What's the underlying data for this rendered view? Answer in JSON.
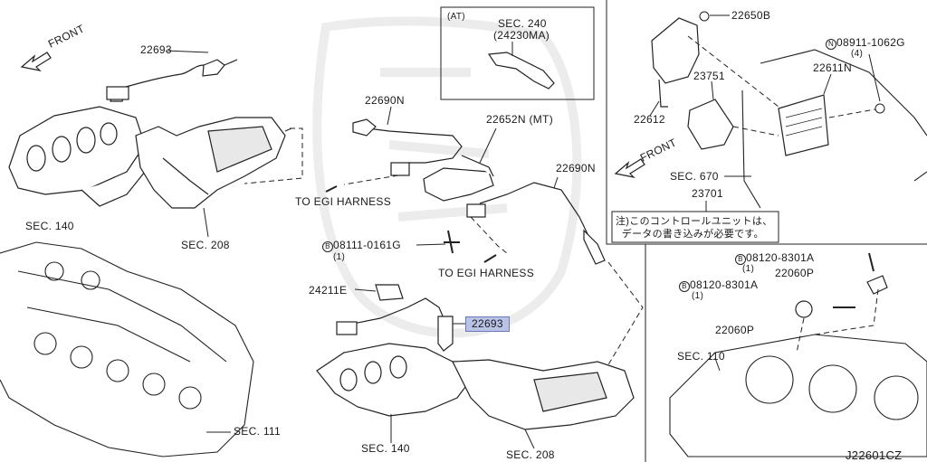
{
  "labels": {
    "front_top": "FRONT",
    "part_22693_top": "22693",
    "sec140_left": "SEC. 140",
    "sec208_top": "SEC. 208",
    "part_22690N_left": "22690N",
    "to_egi_1": "TO EGI HARNESS",
    "part_22652N": "22652N (MT)",
    "part_22690N_right": "22690N",
    "bolt_08111": "08111-0161G",
    "bolt_08111_qty": "(1)",
    "to_egi_2": "TO EGI HARNESS",
    "part_24211E": "24211E",
    "part_22693_center": "22693",
    "sec140_bottom": "SEC. 140",
    "sec208_bottom": "SEC. 208",
    "sec111": "SEC. 111",
    "at_tag": "(AT)",
    "sec240": "SEC. 240",
    "sec240_sub": "(24230MA)",
    "part_22650B": "22650B",
    "nut_08911": "08911-1062G",
    "nut_08911_qty": "(4)",
    "part_22611N": "22611N",
    "part_23751": "23751",
    "part_22612": "22612",
    "front_right": "FRONT",
    "sec670": "SEC. 670",
    "part_23701": "23701",
    "note_line1": "注)このコントロールユニットは、",
    "note_line2": "  データの書き込みが必要です。",
    "bolt_08120_a": "08120-8301A",
    "bolt_08120_a_qty": "(1)",
    "part_22060P_a": "22060P",
    "bolt_08120_b": "08120-8301A",
    "bolt_08120_b_qty": "(1)",
    "part_22060P_b": "22060P",
    "sec110": "SEC. 110",
    "diagram_code": "J22601CZ",
    "bolt_prefix": "B",
    "nut_prefix": "N"
  }
}
